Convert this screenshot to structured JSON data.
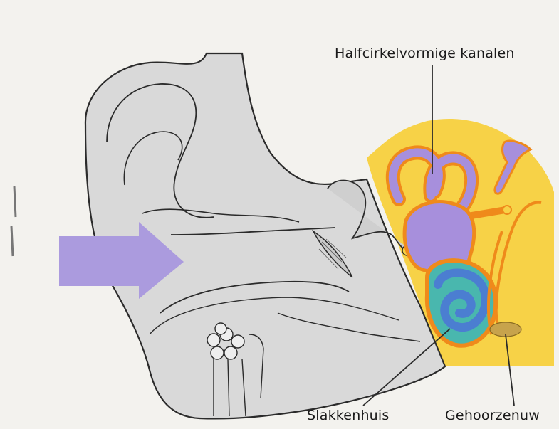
{
  "labels": {
    "semicircular_canals": "Halfcirkelvormige kanalen",
    "cochlea": "Slakkenhuis",
    "auditory_nerve": "Gehoorzenuw"
  },
  "colors": {
    "paper": "#f3f2ee",
    "ear_fill": "#d9d9d9",
    "ear_outline": "#2b2b2b",
    "bone_yellow": "#f7d247",
    "membrane_orange": "#ef8a1b",
    "vestibule_purple": "#a78fdc",
    "cochlea_teal": "#49b7ae",
    "cochlea_blue": "#4b7ed1",
    "sound_arrow": "#ab9bde"
  }
}
